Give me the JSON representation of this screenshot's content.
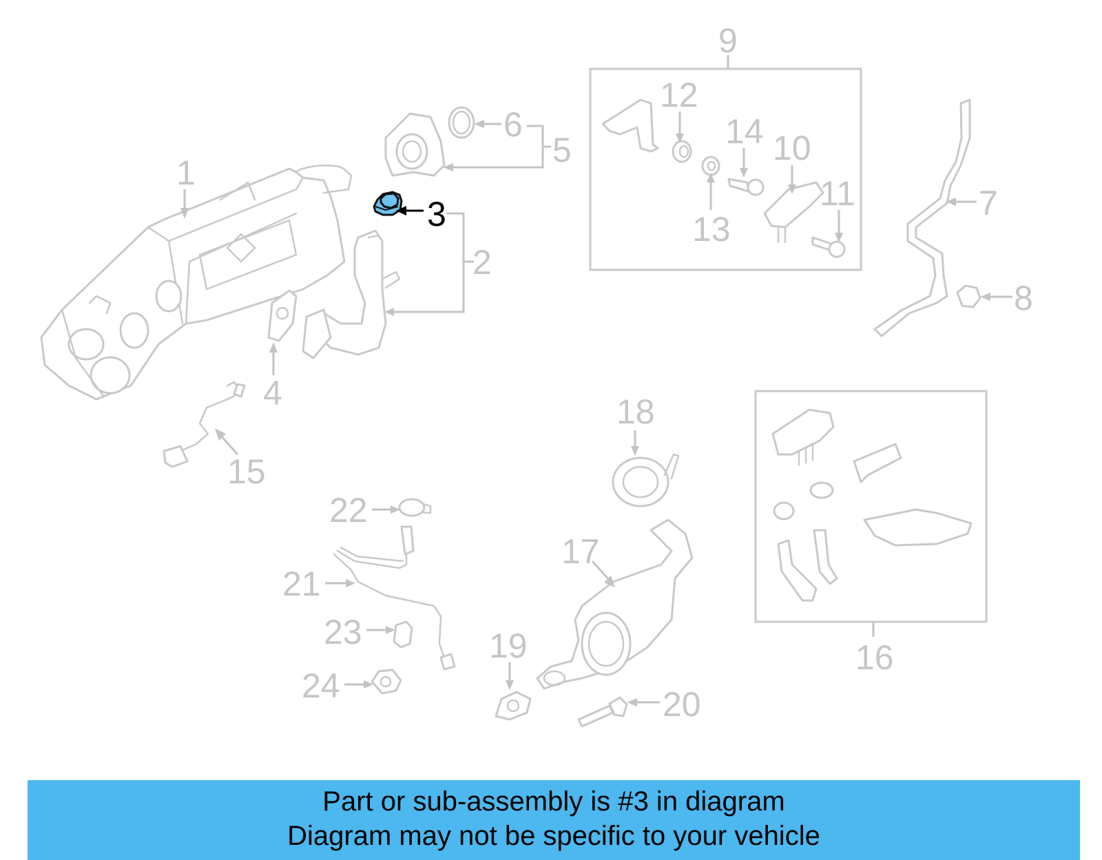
{
  "callouts": {
    "c1": "1",
    "c2": "2",
    "c3": "3",
    "c4": "4",
    "c5": "5",
    "c6": "6",
    "c7": "7",
    "c8": "8",
    "c9": "9",
    "c10": "10",
    "c11": "11",
    "c12": "12",
    "c13": "13",
    "c14": "14",
    "c15": "15",
    "c16": "16",
    "c17": "17",
    "c18": "18",
    "c19": "19",
    "c20": "20",
    "c21": "21",
    "c22": "22",
    "c23": "23",
    "c24": "24"
  },
  "highlighted_part": "3",
  "colors": {
    "highlight": "#6ec3ef",
    "banner": "#4cb8ef",
    "linework": "#c9c9c9"
  },
  "banner": {
    "line1": "Part or sub-assembly is #3 in diagram",
    "line2": "Diagram may not be specific to your vehicle"
  }
}
